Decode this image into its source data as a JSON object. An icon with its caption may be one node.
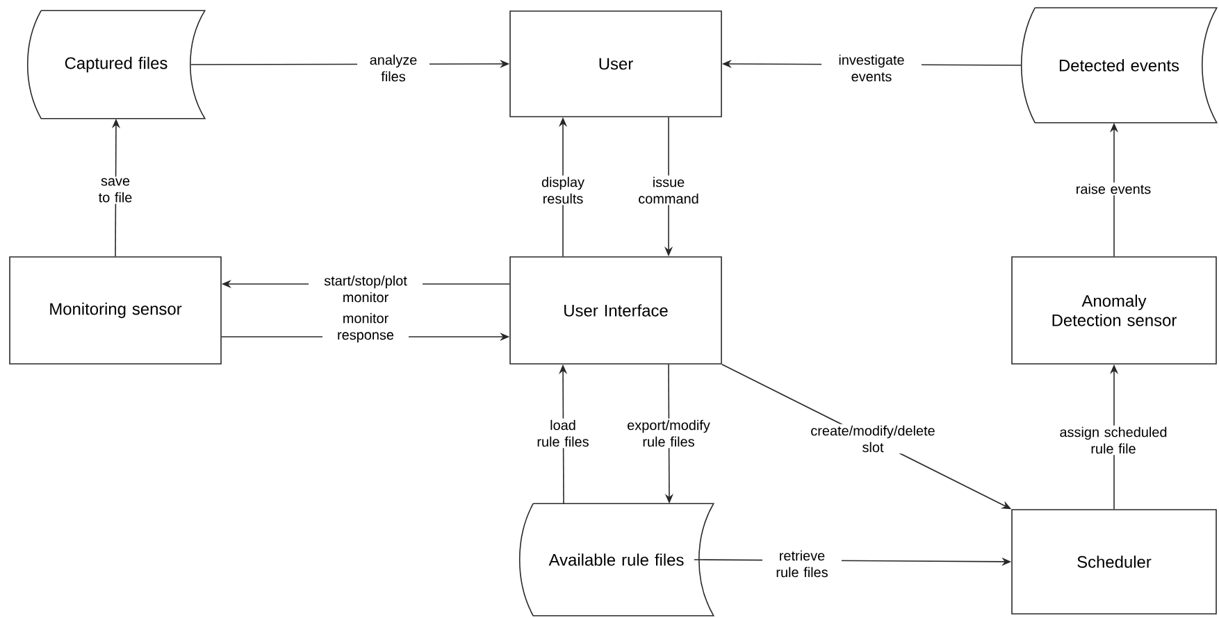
{
  "diagram": {
    "nodes": [
      {
        "text": [
          "Captured files"
        ]
      },
      {
        "text": [
          "User"
        ]
      },
      {
        "text": [
          "Detected events"
        ]
      },
      {
        "text": [
          "Monitoring sensor"
        ]
      },
      {
        "text": [
          "User Interface"
        ]
      },
      {
        "text": [
          "Anomaly Detection sensor"
        ]
      },
      {
        "text": [
          "Available rule files"
        ]
      },
      {
        "text": [
          "Scheduler"
        ]
      }
    ],
    "edges": [
      {
        "from": 0,
        "to": 1,
        "arrow": "to",
        "label": "analyze files"
      },
      {
        "from": 2,
        "to": 1,
        "arrow": "to",
        "label": "investigate events"
      },
      {
        "from": 3,
        "to": 0,
        "arrow": "to",
        "label": "save to file"
      },
      {
        "from": 4,
        "to": 1,
        "arrow": "to",
        "label": "display results"
      },
      {
        "from": 1,
        "to": 4,
        "arrow": "to",
        "label": "issue command"
      },
      {
        "from": 4,
        "to": 3,
        "arrow": "to",
        "label": "start/stop/plot monitor"
      },
      {
        "from": 3,
        "to": 4,
        "arrow": "to",
        "label": "monitor response"
      },
      {
        "from": 6,
        "to": 4,
        "arrow": "to",
        "label": "load rule files"
      },
      {
        "from": 4,
        "to": 6,
        "arrow": "to",
        "label": "export/modify rule files"
      },
      {
        "from": 4,
        "to": 7,
        "arrow": "to",
        "label": "create/modify/delete slot"
      },
      {
        "from": 6,
        "to": 7,
        "arrow": "to",
        "label": "retrieve rule files"
      },
      {
        "from": 7,
        "to": 5,
        "arrow": "to",
        "label": "assign scheduled rule file"
      },
      {
        "from": 5,
        "to": 2,
        "arrow": "to",
        "label": "raise events"
      }
    ]
  }
}
